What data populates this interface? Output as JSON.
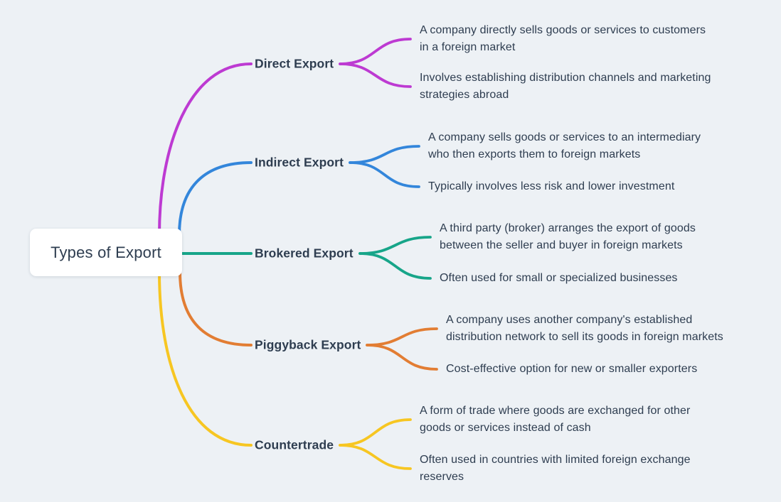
{
  "diagram": {
    "background_color": "#edf1f5",
    "text_color": "#2e3d50",
    "node_background_color": "#ffffff"
  },
  "root": {
    "label": "Types of Export"
  },
  "branches": [
    {
      "label": "Direct Export",
      "color": "#bd3ad2",
      "children": [
        {
          "text": "A company directly sells goods or services to customers\nin a foreign market"
        },
        {
          "text": "Involves establishing distribution channels and marketing\nstrategies abroad"
        }
      ]
    },
    {
      "label": "Indirect Export",
      "color": "#3386db",
      "children": [
        {
          "text": "A company sells goods or services to an intermediary\nwho then exports them to foreign markets"
        },
        {
          "text": "Typically involves less risk and lower investment"
        }
      ]
    },
    {
      "label": "Brokered Export",
      "color": "#17a589",
      "children": [
        {
          "text": "A third party (broker) arranges the export of goods\nbetween the seller and buyer in foreign markets"
        },
        {
          "text": "Often used for small or specialized businesses"
        }
      ]
    },
    {
      "label": "Piggyback Export",
      "color": "#e27d33",
      "children": [
        {
          "text": "A company uses another company's established\ndistribution network to sell its goods in foreign markets"
        },
        {
          "text": "Cost-effective option for new or smaller exporters"
        }
      ]
    },
    {
      "label": "Countertrade",
      "color": "#f7c622",
      "children": [
        {
          "text": "A form of trade where goods are exchanged for other\ngoods or services instead of cash"
        },
        {
          "text": "Often used in countries with limited foreign exchange\nreserves"
        }
      ]
    }
  ]
}
